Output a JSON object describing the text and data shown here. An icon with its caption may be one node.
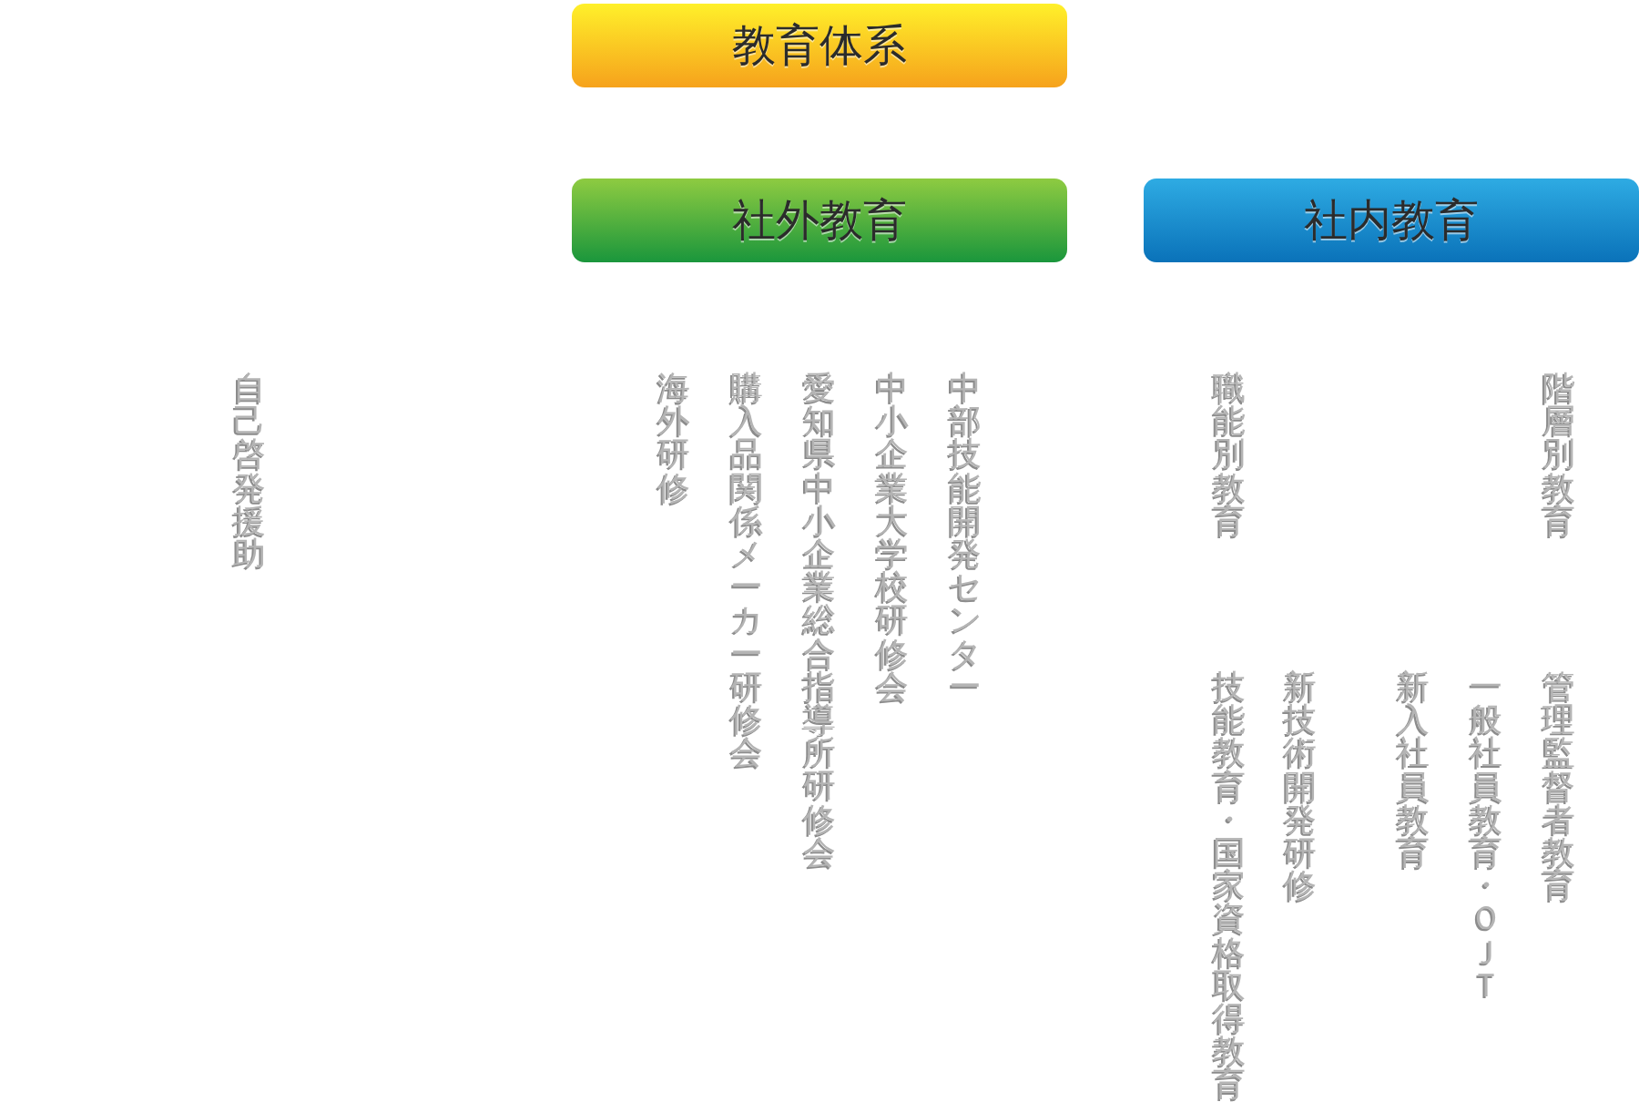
{
  "diagram": {
    "nodes": [
      {
        "text": [
          "教育体系"
        ]
      },
      {
        "text": [
          "社外教育"
        ]
      },
      {
        "text": [
          "社内教育"
        ]
      }
    ],
    "labels": [
      "階層別教育",
      "職能別教育",
      "中部技能開発センター",
      "中小企業大学校研修会",
      "愛知県中小企業総合指導所研修会",
      "購入品関係メーカー研修会",
      "海外研修",
      "自己啓発援助",
      "管理監督者教育",
      "一般社員教育・ＯＪＴ",
      "新入社員教育",
      "新技術開発研修",
      "技能教育・国家資格取得教育"
    ]
  }
}
